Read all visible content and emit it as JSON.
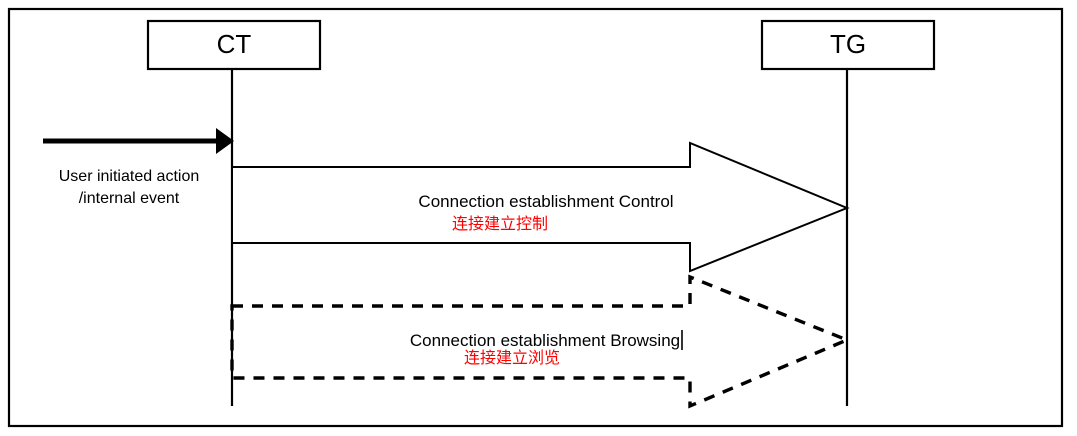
{
  "diagram": {
    "type": "sequence-diagram",
    "title": "",
    "nodes": [
      {
        "id": "ct",
        "label": "CT"
      },
      {
        "id": "tg",
        "label": "TG"
      }
    ],
    "trigger": {
      "label_line1": "User initiated action",
      "label_line2": "/internal event",
      "arrow_direction": "right",
      "target": "CT"
    },
    "messages": [
      {
        "id": "msg-control",
        "label_en": "Connection establishment Control",
        "label_zh": "连接建立控制",
        "from": "CT",
        "to": "TG",
        "style": "solid"
      },
      {
        "id": "msg-browsing",
        "label_en": "Connection establishment Browsing",
        "label_zh": "连接建立浏览",
        "from": "CT",
        "to": "TG",
        "style": "dashed"
      }
    ],
    "colors": {
      "stroke": "#000000",
      "background": "#ffffff",
      "annotation_red": "#ff0000"
    }
  }
}
